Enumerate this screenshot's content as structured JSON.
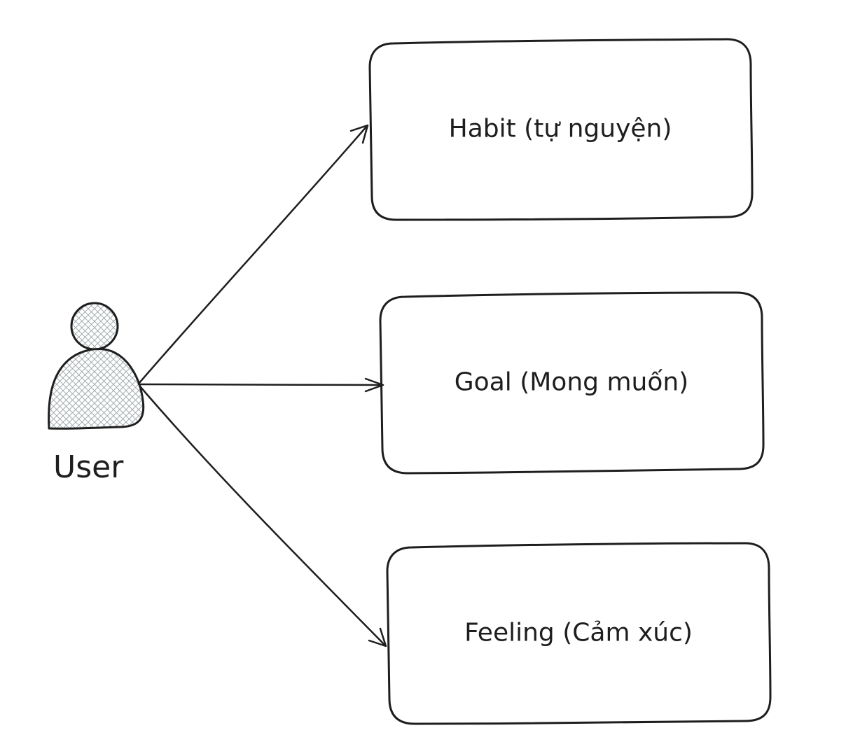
{
  "actor": {
    "label": "User",
    "icon": "user-icon"
  },
  "boxes": [
    {
      "id": "habit",
      "label": "Habit (tự nguyện)"
    },
    {
      "id": "goal",
      "label": "Goal (Mong muốn)"
    },
    {
      "id": "feeling",
      "label": "Feeling (Cảm xúc)"
    }
  ],
  "colors": {
    "stroke": "#1e1e1e",
    "actor_fill": "#dfe3e6",
    "background": "#ffffff"
  }
}
